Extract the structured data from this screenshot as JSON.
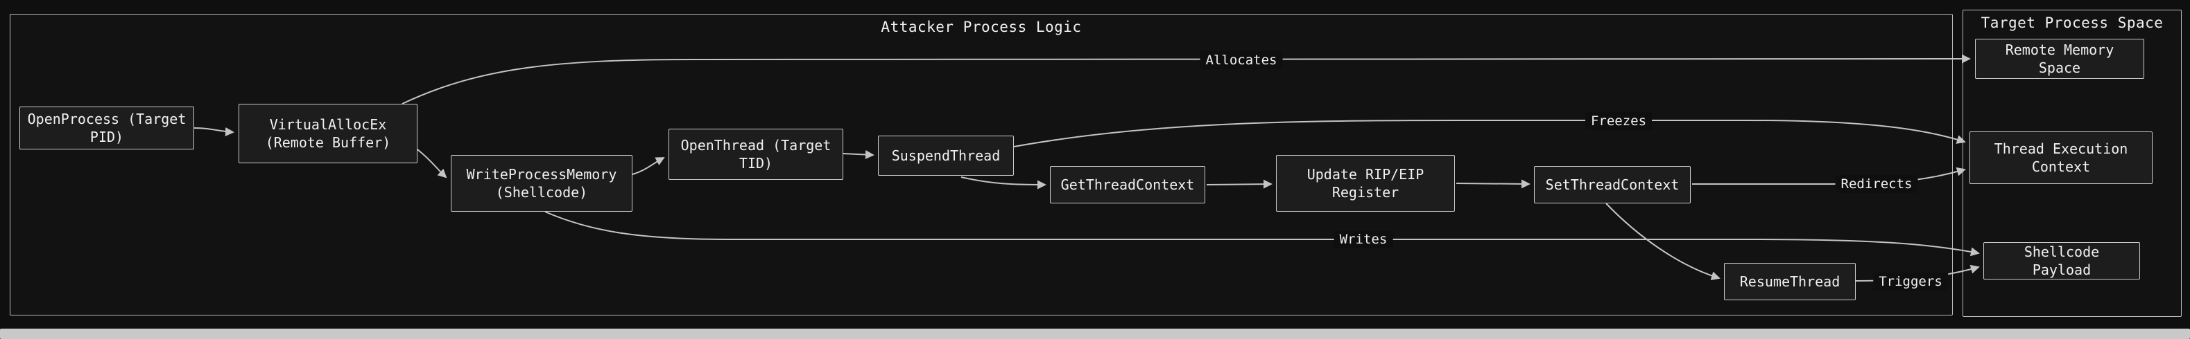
{
  "diagram": {
    "attacker_container": {
      "title": "Attacker Process Logic"
    },
    "target_container": {
      "title": "Target Process Space"
    },
    "nodes": {
      "open_process": {
        "label": "OpenProcess (Target PID)"
      },
      "virtual_alloc": {
        "label": "VirtualAllocEx (Remote Buffer)"
      },
      "write_process_memory": {
        "label": "WriteProcessMemory (Shellcode)"
      },
      "open_thread": {
        "label": "OpenThread (Target TID)"
      },
      "suspend_thread": {
        "label": "SuspendThread"
      },
      "get_thread_context": {
        "label": "GetThreadContext"
      },
      "update_rip": {
        "label": "Update RIP/EIP Register"
      },
      "set_thread_context": {
        "label": "SetThreadContext"
      },
      "resume_thread": {
        "label": "ResumeThread"
      },
      "remote_memory": {
        "label": "Remote Memory Space"
      },
      "thread_context": {
        "label": "Thread Execution Context"
      },
      "shellcode_payload": {
        "label": "Shellcode Payload"
      }
    },
    "edge_labels": {
      "allocates": "Allocates",
      "freezes": "Freezes",
      "redirects": "Redirects",
      "writes": "Writes",
      "triggers": "Triggers"
    },
    "colors": {
      "background": "#0f0f0f",
      "node_fill": "#1d1d1d",
      "node_border": "#cccccc",
      "edge": "#c4c4c4",
      "text": "#f0f0f0",
      "container_border": "#bbbbbb",
      "scrollbar": "#c9c9c9"
    }
  }
}
